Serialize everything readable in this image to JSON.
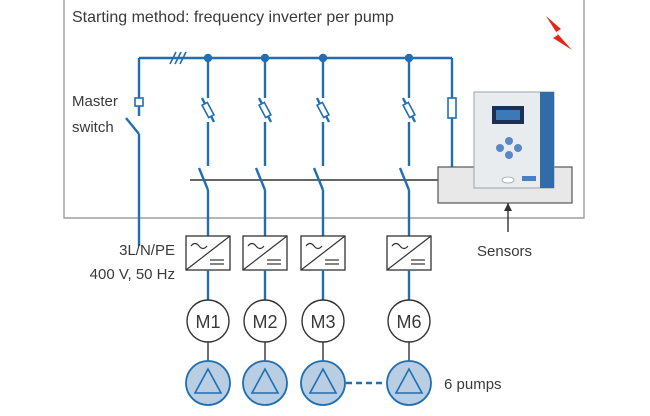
{
  "title": "Starting method: frequency inverter per pump",
  "master_switch": {
    "line1": "Master",
    "line2": "switch"
  },
  "supply": {
    "line1": "3L/N/PE",
    "line2": "400 V, 50 Hz"
  },
  "sensors_label": "Sensors",
  "motors": [
    {
      "label": "M1"
    },
    {
      "label": "M2"
    },
    {
      "label": "M3"
    },
    {
      "label": "M6"
    }
  ],
  "pumps_label": "6 pumps",
  "icons": {
    "lightning": "lightning-bolt-icon"
  },
  "colors": {
    "line": "#1f6fb2",
    "pump_fill": "#b9cde3",
    "frame": "#8c8c8c",
    "lightning": "#e32619",
    "text": "#3a3a3a"
  }
}
